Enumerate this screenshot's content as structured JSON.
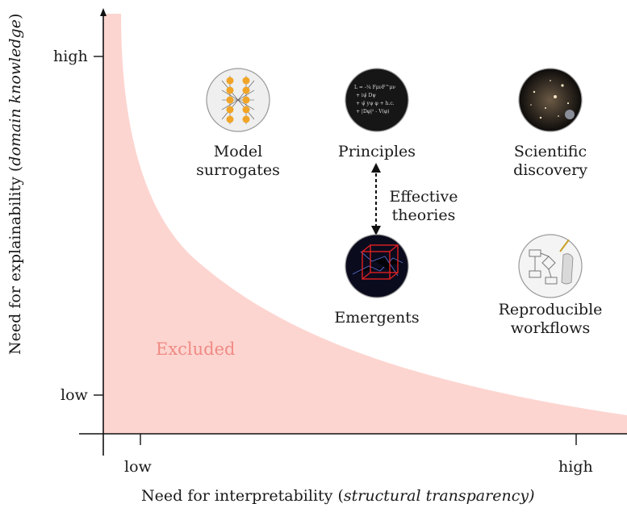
{
  "region": {
    "label": "Excluded",
    "color": "#fdd5d0",
    "text_color": "#f08a84"
  },
  "axes": {
    "x_title_prefix": "Need for interpretability (",
    "x_title_emph": "structural transparency)",
    "y_title_prefix": "Need for explainability (",
    "y_title_emph": "domain knowledge",
    "y_title_suffix": ")",
    "x_ticks": [
      "low",
      "high"
    ],
    "y_ticks": [
      "high",
      "low"
    ]
  },
  "nodes": [
    {
      "id": "model-surrogates",
      "line1": "Model",
      "line2": "surrogates",
      "icon": "neural-network-icon"
    },
    {
      "id": "principles",
      "line1": "Principles",
      "line2": "",
      "icon": "equations-blackboard-icon"
    },
    {
      "id": "scientific-discovery",
      "line1": "Scientific",
      "line2": "discovery",
      "icon": "galaxy-icon"
    },
    {
      "id": "emergents",
      "line1": "Emergents",
      "line2": "",
      "icon": "cosmic-web-cube-icon"
    },
    {
      "id": "reproducible-workflows",
      "line1": "Reproducible",
      "line2": "workflows",
      "icon": "flowchart-hand-icon"
    }
  ],
  "link": {
    "line1": "Effective",
    "line2": "theories",
    "style": "dashed double arrow"
  }
}
